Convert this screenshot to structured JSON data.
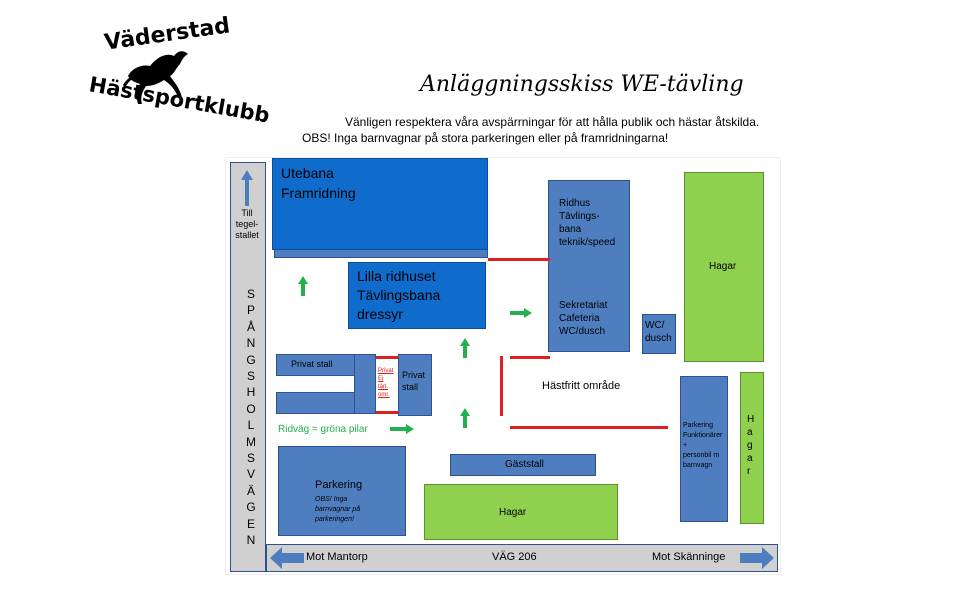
{
  "logo": {
    "top_text": "Väderstad",
    "bottom_text": "Hästsportklubb",
    "icon": "horse-icon"
  },
  "header": {
    "title": "Anläggningsskiss WE-tävling",
    "notice_line1": "Vänligen respektera våra avspärrningar för att hålla publik och hästar åtskilda.",
    "notice_line2": "OBS! Inga barnvagnar på stora parkeringen eller på framridningarna!"
  },
  "map": {
    "road_left": {
      "direction_note": "Till tegel-stallet",
      "name": "SPÅNGSHOLMSVÄGEN"
    },
    "road_bottom": {
      "left": "Mot Mantorp",
      "center": "VÄG 206",
      "right": "Mot Skänninge"
    },
    "utebana": "Utebana\nFramridning",
    "lilla_ridhuset": "Lilla ridhuset\nTävlingsbana\ndressyr",
    "ridhus": "Ridhus\nTävlings-\nbana\nteknik/speed",
    "sekretariat": "Sekretariat\nCafeteria\nWC/dusch",
    "wc": "WC/\ndusch",
    "hagar_top": "Hagar",
    "hagar_right": "H\na\ng\na\nr",
    "hagar_bottom": "Hagar",
    "privat_stall_left": "Privat stall",
    "privat_stall_right": "Privat\nstall",
    "privat_red": "Privat\nEj\ntärl.\nomr.",
    "hastfritt": "Hästfritt område",
    "ridvag": "Ridväg = gröna pilar",
    "gaststall": "Gäststall",
    "parkering": "Parkering",
    "parkering_note": "OBS! Inga\nbarnvagnar på\nparkeringen!",
    "parkering_funk": "Parkering\nFunktionärer\n+\npersonbil m\nbarnvagn",
    "colors": {
      "building": "#4f7ec0",
      "arena": "#0f6ccd",
      "pasture": "#8fd14f",
      "horse_free_line": "#e02020",
      "riding_arrow": "#22b14c"
    }
  }
}
